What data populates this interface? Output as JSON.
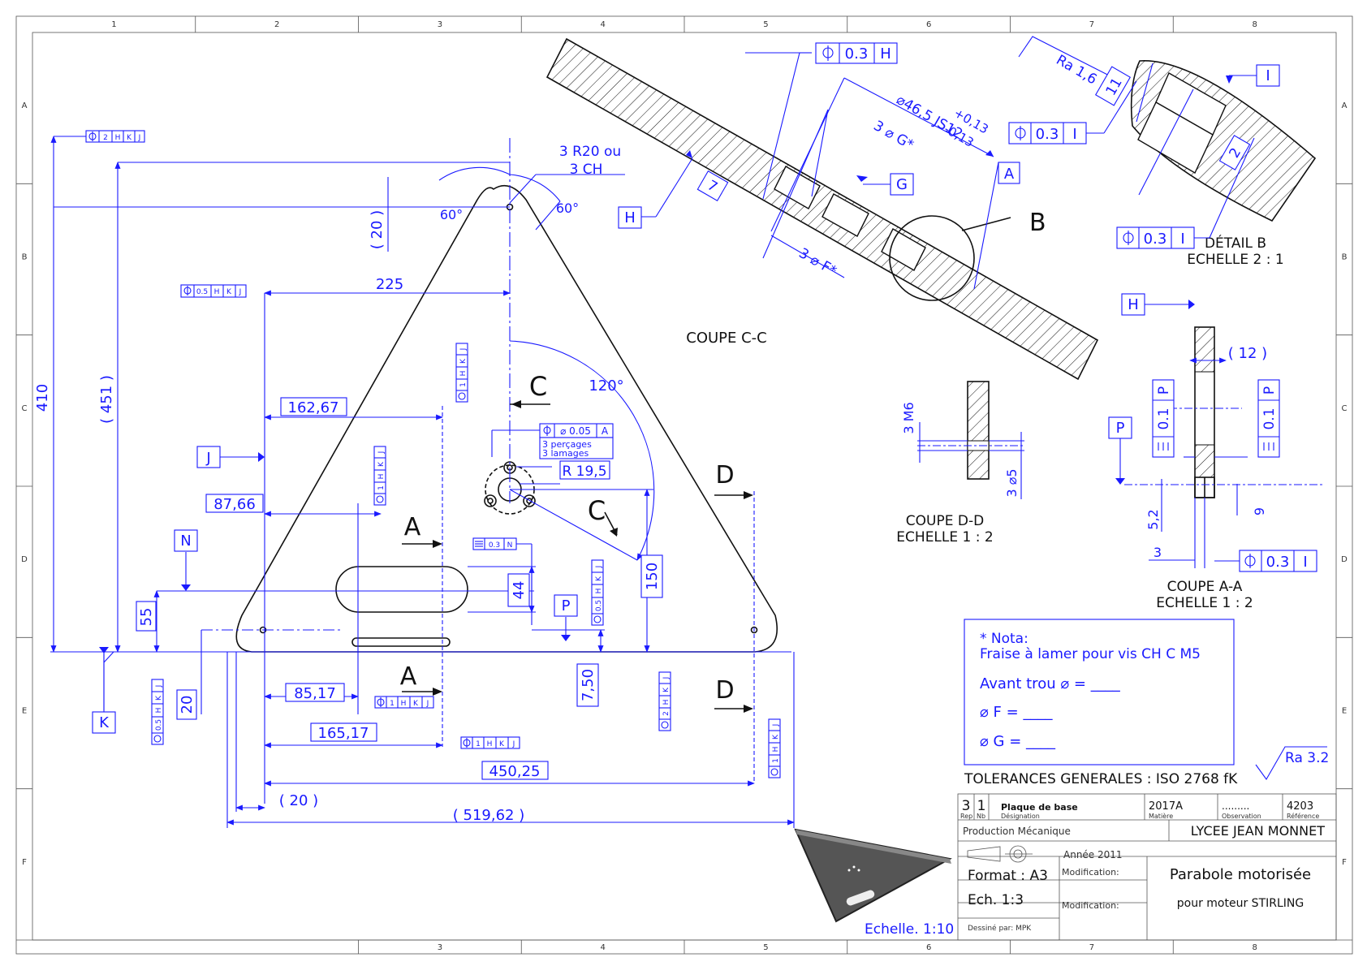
{
  "sheet": {
    "zone_cols": [
      "1",
      "2",
      "3",
      "4",
      "5",
      "6",
      "7",
      "8"
    ],
    "zone_rows": [
      "A",
      "B",
      "C",
      "D",
      "E",
      "F"
    ],
    "bottom_cols": [
      "3",
      "4",
      "5",
      "6",
      "7",
      "8"
    ]
  },
  "colors": {
    "dim": "#1a1aff",
    "part": "#111111",
    "frame": "#555555"
  },
  "frames": {
    "top_left": [
      "2",
      "H",
      "K",
      "J"
    ],
    "left_mid": [
      "0.5",
      "H",
      "K",
      "J"
    ],
    "vert_1": [
      "1",
      "H",
      "K",
      "J"
    ],
    "vert_2": [
      "1",
      "H",
      "K",
      "J"
    ],
    "hole": [
      "⌀ 0.05",
      "A"
    ],
    "sym_n": [
      "0.3",
      "N"
    ],
    "vert_p": [
      "0.5",
      "H",
      "K",
      "J"
    ],
    "vert_k": [
      "0.5",
      "H",
      "K",
      "J"
    ],
    "f_8517": [
      "1",
      "H",
      "K",
      "J"
    ],
    "f_16517": [
      "1",
      "H",
      "K",
      "J"
    ],
    "vert_2hkj": [
      "2",
      "H",
      "K",
      "J"
    ],
    "vert_right": [
      "1",
      "H",
      "K",
      "J"
    ],
    "top_h": [
      "0.3",
      "H"
    ],
    "top_i": [
      "0.3",
      "I"
    ],
    "det_i": [
      "0.3",
      "I"
    ],
    "aa_i": [
      "0.3",
      "I"
    ],
    "aa_p1": [
      "0.1",
      "P"
    ],
    "aa_p2": [
      "0.1",
      "P"
    ]
  },
  "datums": {
    "h1": "H",
    "a": "A",
    "g": "G",
    "i": "I",
    "h2": "H",
    "p1": "P",
    "j": "J",
    "n": "N",
    "p2": "P",
    "k": "K"
  },
  "dims": {
    "d410": "410",
    "d451": "( 451 )",
    "d20top": "( 20 )",
    "a60l": "60°",
    "a60r": "60°",
    "r20_1": "3 R20 ou",
    "r20_2": "3 CH",
    "d225": "225",
    "d16267": "162,67",
    "d8766": "87,66",
    "d55": "55",
    "d20b": "20",
    "d8517": "85,17",
    "d16517": "165,17",
    "d45025": "450,25",
    "d20bot": "( 20 )",
    "d51962": "( 519,62 )",
    "d44": "44",
    "d750": "7,50",
    "d150": "150",
    "a120": "120°",
    "r195": "R 19,5",
    "percages": "3 perçages",
    "lamages": "3 lamages",
    "d7": "7",
    "d465": "⌀46,5 JS12",
    "tol_up": "+0,13",
    "tol_dn": "-0,13",
    "d3g": "3 ⌀ G*",
    "d3f": "3 ⌀ F*",
    "ra16": "Ra 1,6",
    "d11": "11",
    "d2": "2",
    "d12": "( 12 )",
    "d52": "5,2",
    "d9": "9",
    "d3": "3",
    "m6": "3 M6",
    "d5": "3 ⌀5"
  },
  "sections": {
    "C": "C",
    "A": "A",
    "D": "D",
    "B": "B"
  },
  "labels": {
    "coupe_cc": "COUPE C-C",
    "detail_b": "DÉTAIL B",
    "detail_b_scale": "ECHELLE 2 : 1",
    "coupe_dd": "COUPE D-D",
    "coupe_dd_scale": "ECHELLE 1 : 2",
    "coupe_aa": "COUPE A-A",
    "coupe_aa_scale": "ECHELLE 1 : 2",
    "echelle_iso": "Echelle. 1:10"
  },
  "nota": {
    "title": "* Nota:",
    "line1": "Fraise à lamer pour vis CH C M5",
    "line2": "Avant trou ⌀ = ____",
    "line3": "⌀ F = ____",
    "line4": "⌀ G = ____"
  },
  "tolerances": "TOLERANCES GENERALES : ISO 2768 fK",
  "ra32": "Ra 3.2",
  "title_block": {
    "rep": "3",
    "nb": "1",
    "designation": "Plaque de base",
    "matiere": "2017A",
    "observation": ".........",
    "reference": "4203",
    "h_rep": "Rep",
    "h_nb": "Nb",
    "h_designation": "Désignation",
    "h_matiere": "Matière",
    "h_observation": "Observation",
    "h_reference": "Référence",
    "production": "Production Mécanique",
    "school": "LYCEE JEAN MONNET",
    "annee": "Année 2011",
    "format": "Format : A3",
    "modification1": "Modification:",
    "echelle": "Ech. 1:3",
    "modification2": "Modification:",
    "dessine": "Dessiné par: MPK",
    "title1": "Parabole motorisée",
    "title2": "pour moteur STIRLING"
  }
}
